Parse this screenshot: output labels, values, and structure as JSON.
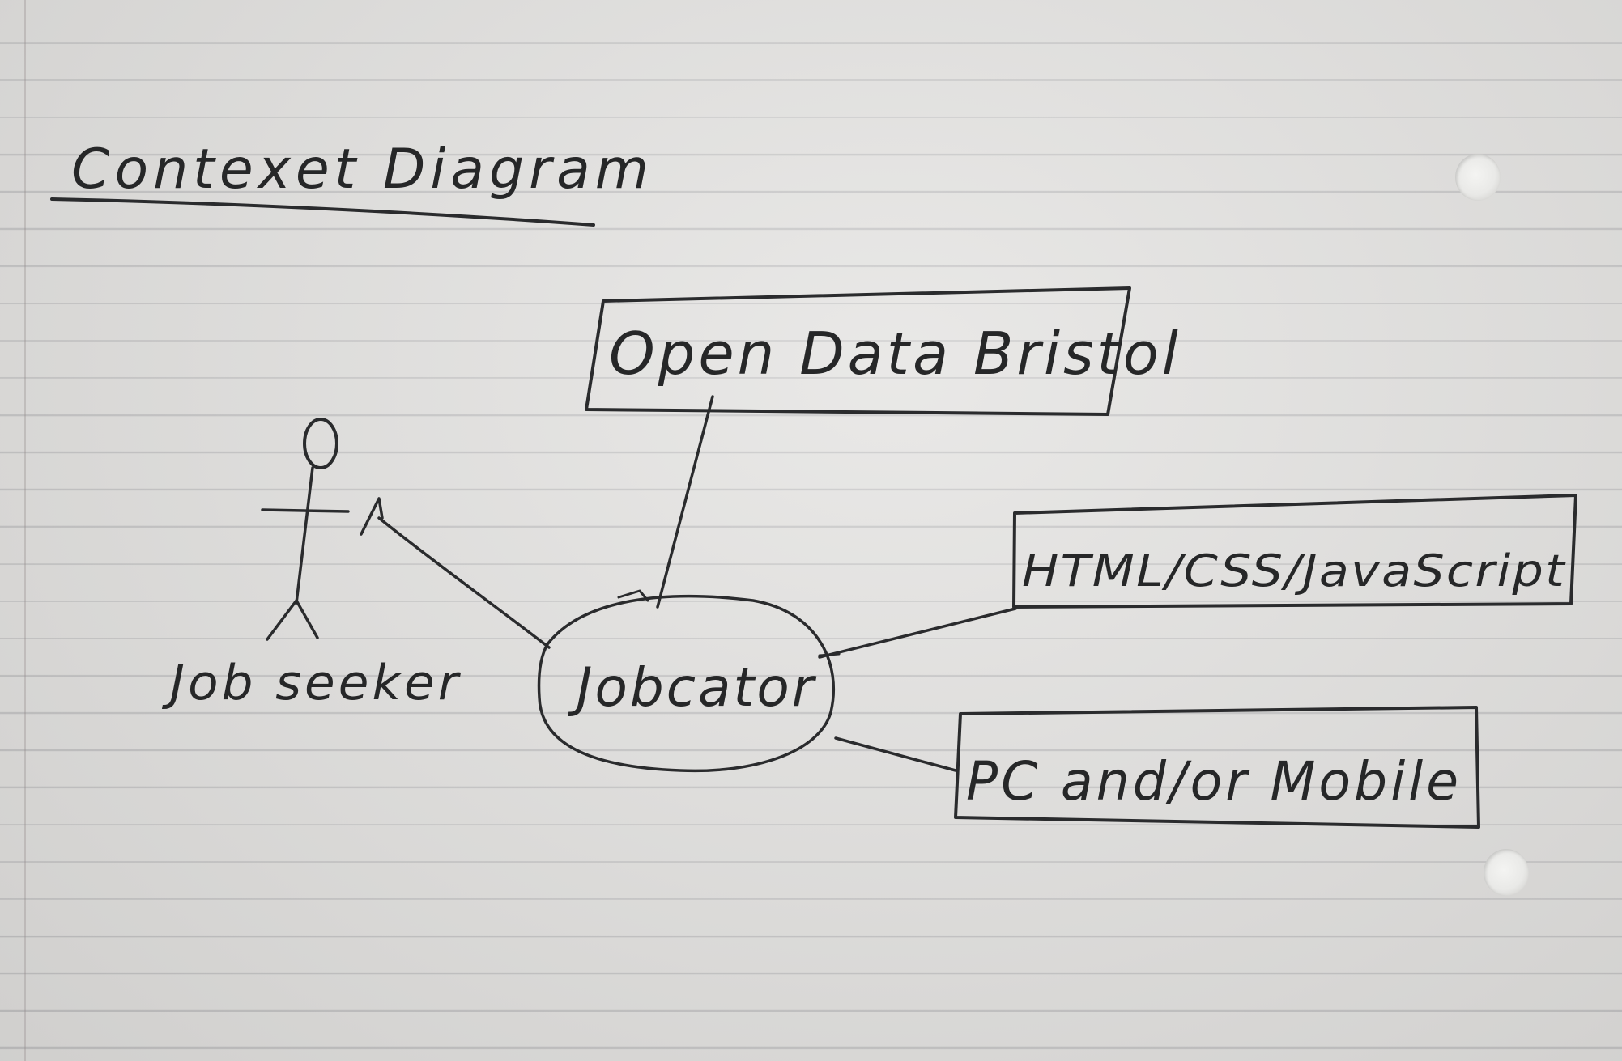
{
  "page": {
    "title": "Contexet Diagram",
    "paper": "lined notebook paper with two punch holes",
    "ink_color": "#2a2b2d"
  },
  "diagram": {
    "actor": {
      "label": "Job seeker",
      "shape": "stick-figure"
    },
    "process": {
      "label": "Jobcator",
      "shape": "ellipse"
    },
    "entities": [
      {
        "id": "open-data",
        "label": "Open Data Bristol",
        "shape": "rectangle"
      },
      {
        "id": "web-tech",
        "label": "HTML/CSS/JavaScript",
        "shape": "rectangle"
      },
      {
        "id": "device",
        "label": "PC and/or Mobile",
        "shape": "rectangle"
      }
    ],
    "connections": [
      {
        "from": "Jobcator",
        "to": "Job seeker",
        "arrow": "toward-actor"
      },
      {
        "from": "Jobcator",
        "to": "Open Data Bristol"
      },
      {
        "from": "Jobcator",
        "to": "HTML/CSS/JavaScript"
      },
      {
        "from": "Jobcator",
        "to": "PC and/or Mobile"
      }
    ]
  }
}
